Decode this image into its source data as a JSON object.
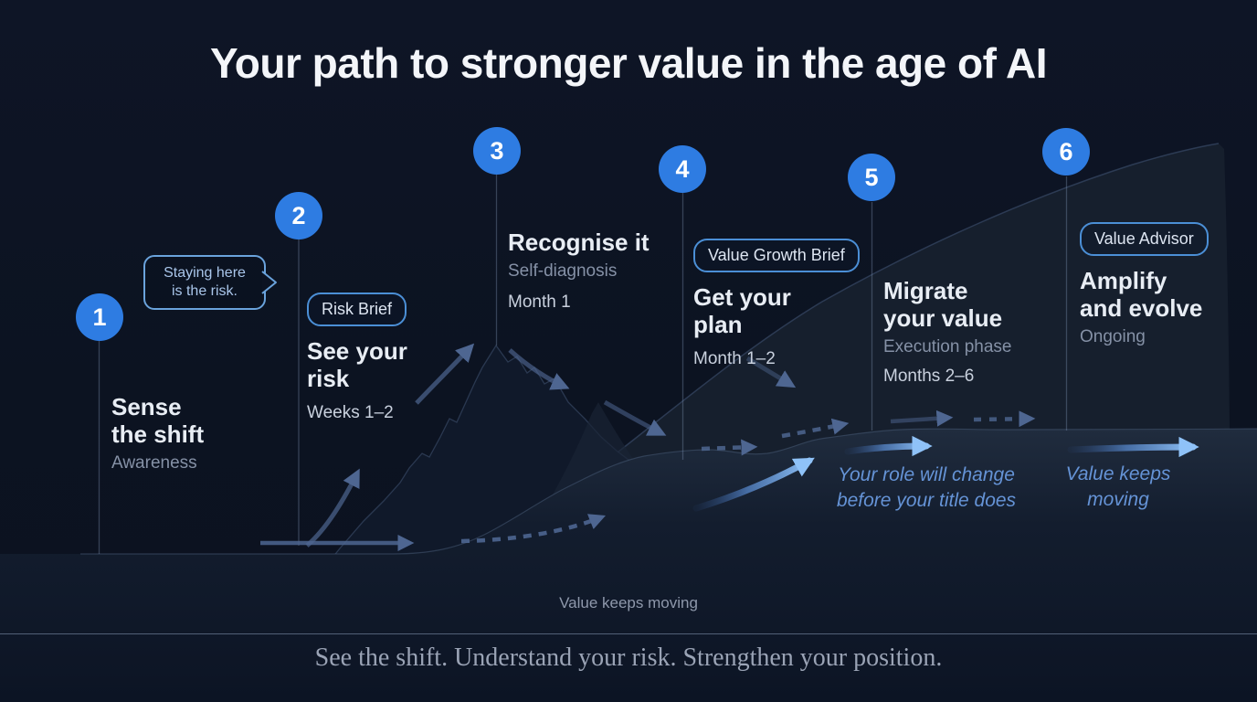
{
  "title": "Your path to stronger value in the age of AI",
  "steps": [
    {
      "number": "1",
      "title1": "Sense",
      "title2": "the shift",
      "subtitle": "Awareness"
    },
    {
      "number": "2",
      "badge": "Risk Brief",
      "title1": "See your",
      "title2": "risk",
      "timeline": "Weeks 1–2"
    },
    {
      "number": "3",
      "title1": "Recognise it",
      "subtitle": "Self-diagnosis",
      "timeline": "Month 1"
    },
    {
      "number": "4",
      "badge": "Value Growth Brief",
      "title1": "Get your",
      "title2": "plan",
      "timeline": "Month 1–2"
    },
    {
      "number": "5",
      "title1": "Migrate",
      "title2": "your value",
      "subtitle": "Execution phase",
      "timeline": "Months 2–6"
    },
    {
      "number": "6",
      "badge": "Value Advisor",
      "title1": "Amplify",
      "title2": "and evolve",
      "subtitle": "Ongoing"
    }
  ],
  "speech_bubble": {
    "line1": "Staying here",
    "line2": "is the risk."
  },
  "annotations": {
    "role_change_line1": "Your role will change",
    "role_change_line2": "before your title does",
    "value_moving_line1": "Value keeps",
    "value_moving_line2": "moving",
    "baseline_note": "Value keeps moving"
  },
  "footer": {
    "tagline": "See the shift. Understand your risk. Strengthen your position."
  },
  "colors": {
    "background": "#0c1322",
    "accent_blue": "#2e7ce2",
    "badge_border": "#4b8fd6",
    "bright_arrow": "#8fc2f8",
    "muted_arrow": "#4e6691",
    "annotation_blue": "#6593d6"
  }
}
